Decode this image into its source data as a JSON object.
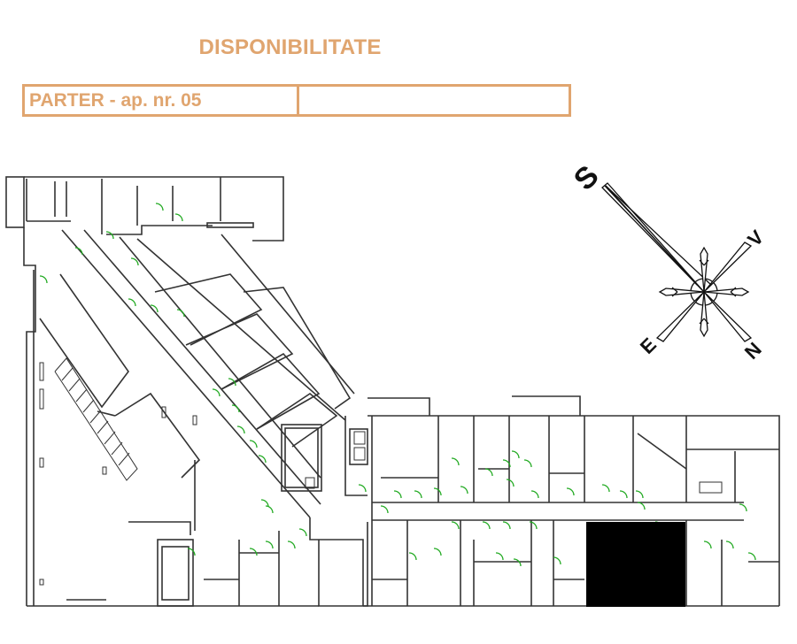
{
  "header": {
    "title": "DISPONIBILITATE",
    "floor_label": "PARTER  - ap. nr. 05",
    "status_value": ""
  },
  "compass": {
    "north": "N",
    "south": "S",
    "east": "E",
    "west": "V"
  },
  "plan": {
    "highlight_color": "#000000",
    "door_color": "#22aa22",
    "wall_color": "#333333"
  }
}
